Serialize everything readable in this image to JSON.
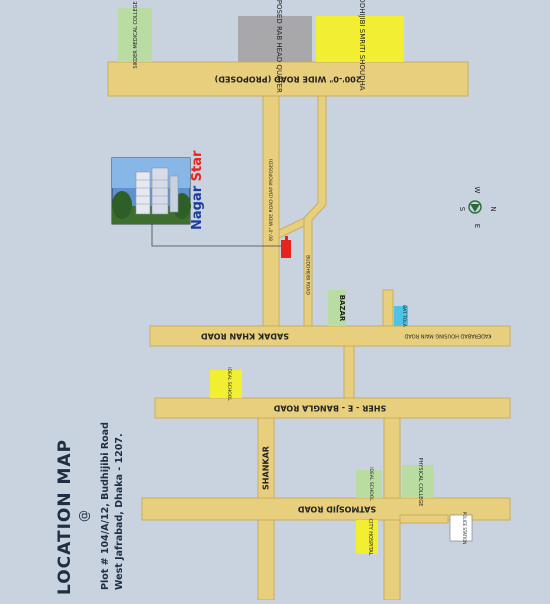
{
  "roads": {
    "top_road": "200'-0\" WIDE ROAD (PROPOSED)",
    "vertical_road_left": "80'-0\" WIDE ROAD (DAP PROPOSED)",
    "vertical_road_right": "BUDDHIJIBI ROAD",
    "sadak_khan": "SADAK KHAN ROAD",
    "kaderabad": "KADERABAD HOUSING MAIN ROAD",
    "sher_e_bangla": "SHER - E - BANGLA ROAD",
    "satmosjid": "SATMOSJID ROAD",
    "shankar": "SHANKAR"
  },
  "landmarks": {
    "sikder_medical": "SIKDER MEDICAL COLLEGE",
    "rab_hq": "PROPOSED RAB HEAD QUATER",
    "buddhijibi_smriti": "BUDDHIJIBI SMRITI SHOUDHA",
    "bazar": "BAZAR",
    "bat_tola": "BAT TOLA",
    "ideal_school": "IDEAL SCHOOL",
    "physical_college": "PHYSICAL COLLEGE",
    "city_hospital": "CITY HOSPITAL",
    "police_station": "POLICE STATION"
  },
  "project": {
    "name_part1": "Nagar",
    "name_part2": " Star"
  },
  "compass": {
    "n": "N",
    "s": "S",
    "e": "E",
    "w": "W"
  },
  "title": {
    "heading": "LOCATION MAP",
    "at": "@",
    "address_line1": "Plot # 104/A/12, Budhijibi Road",
    "address_line2": "West Jafrabad, Dhaka - 1207."
  },
  "colors": {
    "background": "#c9d3df",
    "road": "#e8cf7e",
    "road_edge": "#c9ae5c",
    "yellow_box": "#f2ee32",
    "green_box": "#b9dca2",
    "grey_box": "#a8a8ab",
    "cyan_box": "#4fc2e6",
    "marker": "#e8221d",
    "project_blue": "#1b3c9b",
    "project_red": "#e8221d"
  }
}
